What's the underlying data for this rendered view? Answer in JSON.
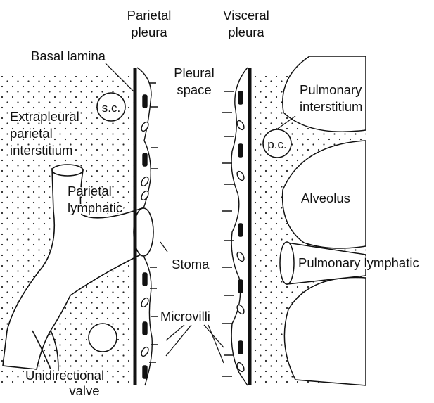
{
  "labels": {
    "parietal_pleura": [
      "Parietal",
      "pleura"
    ],
    "visceral_pleura": [
      "Visceral",
      "pleura"
    ],
    "basal_lamina": "Basal lamina",
    "pleural_space": [
      "Pleural",
      "space"
    ],
    "pulmonary_interstitium": [
      "Pulmonary",
      "interstitium"
    ],
    "sc": "s.c.",
    "pc": "p.c.",
    "extrapleural_interstitium": [
      "Extrapleural",
      "parietal",
      "interstitium"
    ],
    "parietal_lymphatic": [
      "Parietal",
      "lymphatic"
    ],
    "alveolus": "Alveolus",
    "stoma": "Stoma",
    "pulmonary_lymphatic": "Pulmonary lymphatic",
    "microvilli": "Microvilli",
    "unidirectional_valve": [
      "Unidirectional",
      "valve"
    ]
  },
  "colors": {
    "ink": "#111111",
    "background": "#ffffff",
    "dots": "#222222"
  }
}
